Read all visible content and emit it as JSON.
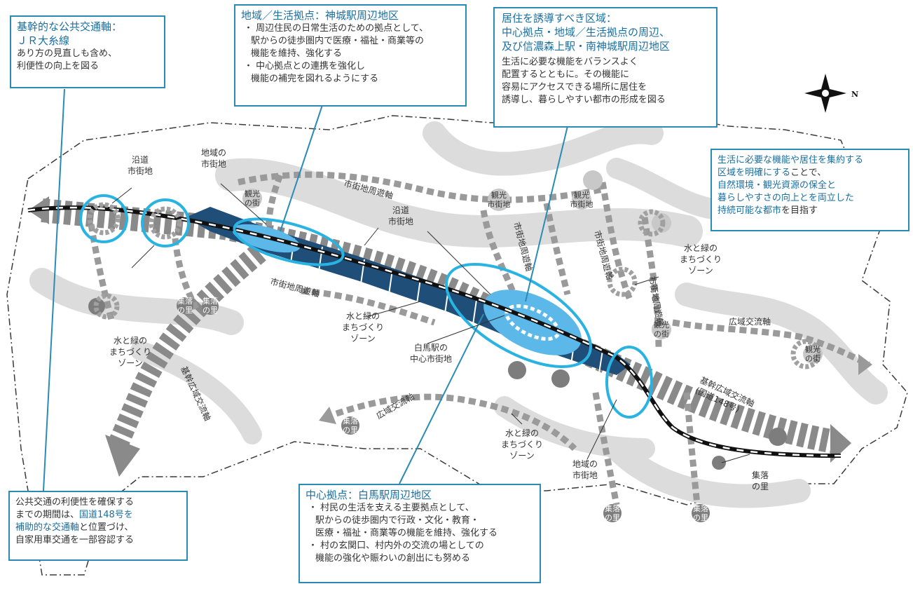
{
  "callouts": {
    "jr": {
      "title_lines": [
        "基幹的な公共交通軸：",
        "ＪＲ大糸線"
      ],
      "body_lines": [
        "あり方の見直しも含め、",
        "利便性の向上を図る"
      ]
    },
    "kamishiro": {
      "title": "地域／生活拠点：神城駅周辺地区",
      "bullets": [
        [
          "周辺住民の日常生活のための拠点として、",
          "駅からの徒歩圏内で医療・福祉・商業等の",
          "機能を維持、強化する"
        ],
        [
          "中心拠点との連携を強化し",
          "機能の補完を図れるようにする"
        ]
      ]
    },
    "residence": {
      "title_lines": [
        "居住を誘導すべき区域：",
        "中心拠点・地域／生活拠点の周辺、",
        "及び信濃森上駅・南神城駅周辺地区"
      ],
      "body_lines": [
        "生活に必要な機能をバランスよく",
        "配置するとともに。その機能に",
        "容易にアクセスできる場所に居住を",
        "誘導し、暮らしやすい都市の形成を図る"
      ]
    },
    "goal": {
      "line1": "生活に必要な機能や居住を集約する",
      "line2a": "区域を明確にする",
      "line2b": "ことで、",
      "line3": "自然環境・観光資源の保全と",
      "line4": "暮らしやすさの向上とを両立した",
      "line5a": "持続可能な都市",
      "line5b": "を目指す"
    },
    "hakuba": {
      "title": "中心拠点：白馬駅周辺地区",
      "bullets": [
        [
          "村民の生活を支える主要拠点として、",
          "駅からの徒歩圏内で行政・文化・教育・",
          "医療・福祉・商業等の機能を維持、強化する"
        ],
        [
          "村の玄関口、村内外の交流の場としての",
          "機能の強化や賑わいの創出にも努める"
        ]
      ]
    },
    "route148": {
      "line1": "公共交通の利便性を確保する",
      "line2a": "までの期間は、",
      "line2b": "国道148号を",
      "line3a": "補助的な交通軸",
      "line3b": "と位置づけ、",
      "line4": "自家用車交通を一部容認する"
    }
  },
  "map_labels": {
    "roadside_west": [
      "沿道",
      "市街地"
    ],
    "local_town_west": [
      "地域の",
      "市街地"
    ],
    "peripheral_axis_north": "市街地周遊軸",
    "peripheral_axis_south": "市街地周遊軸",
    "roadside_center": [
      "沿道",
      "市街地"
    ],
    "water_green_west": [
      "水と緑の",
      "まちづくり",
      "ゾーン"
    ],
    "water_green_center": [
      "水と緑の",
      "まちづくり",
      "ゾーン"
    ],
    "water_green_east": [
      "水と緑の",
      "まちづくり",
      "ゾーン"
    ],
    "water_green_south": [
      "水と緑の",
      "まちづくり",
      "ゾーン"
    ],
    "hakuba_center": [
      "白馬駅の",
      "中心市街地"
    ],
    "regional_axis_center": "広域交流軸",
    "regional_axis_east": "広域交流軸",
    "trunk_axis_west": "基幹広域交流軸",
    "trunk_axis_east": [
      "基幹広域交流軸",
      "(国道148号)"
    ],
    "local_town_east": [
      "地域の",
      "市街地"
    ],
    "village_east": [
      "集落",
      "の里"
    ],
    "town_peripheral_vertical": "市街地周遊軸",
    "town_peripheral_vertical2": "市街地周遊軸",
    "town_peripheral_vertical3": "市街地周遊軸",
    "tourist_spot": [
      "観光",
      "の街"
    ],
    "tourist_area": [
      "観光",
      "市街地"
    ],
    "village_node": [
      "集落",
      "の里"
    ],
    "compass_north": "N"
  },
  "colors": {
    "callout_border": "#2a8bb5",
    "highlight_text": "#1a6fa1",
    "zone_gray": "#d9d9d9",
    "trunk_dark": "#7a7a7a",
    "center_navy": "#1f4e79",
    "center_light": "#5bb8e8",
    "circle_cyan": "#29b3e3"
  }
}
